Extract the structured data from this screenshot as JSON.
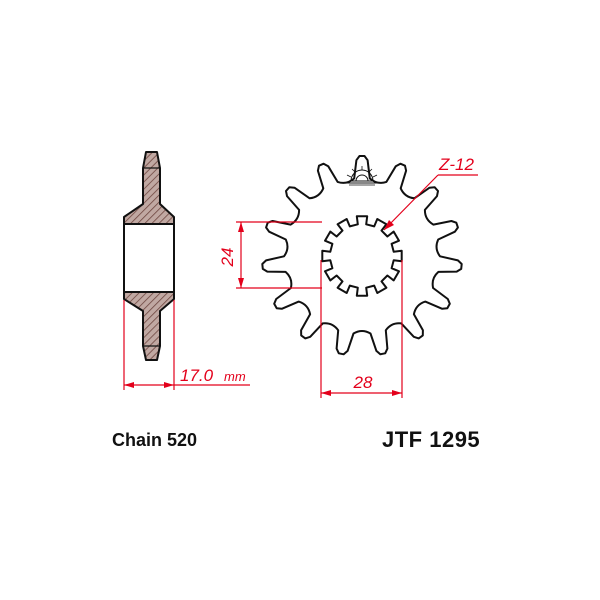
{
  "colors": {
    "outline": "#111111",
    "dimension": "#e3001b",
    "hatch_bg": "#c0a8a2",
    "hatch_line": "#6e4640",
    "hub_fill": "#ffffff"
  },
  "sprocket": {
    "teeth_count": 15,
    "spline_count": 12
  },
  "dimensions": {
    "spline_label": "Z-12",
    "hub_height": "24",
    "bore_width": "28",
    "thickness": "17.0",
    "thickness_unit": "mm"
  },
  "labels": {
    "chain": "Chain 520",
    "part_number": "JTF 1295"
  },
  "logo": {
    "icon": "rising-sun-logo-icon"
  }
}
